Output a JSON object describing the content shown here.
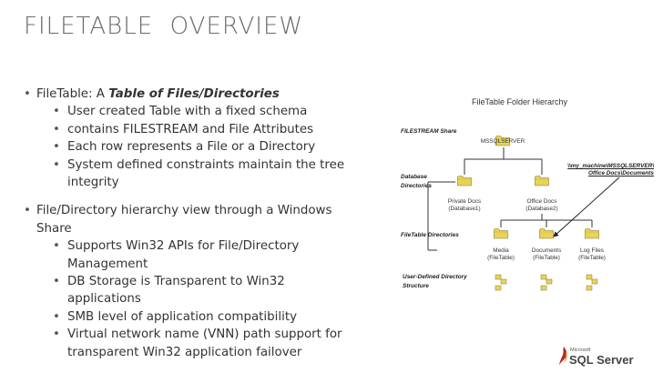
{
  "slide": {
    "title": "FILETABLE  OVERVIEW",
    "bullets": [
      {
        "prefix": "FileTable: A ",
        "emphasis": "Table of Files/Directories",
        "subs": [
          "User created Table with a fixed schema",
          "contains FILESTREAM and File Attributes",
          "Each row represents a File or a Directory",
          "System defined constraints maintain the tree integrity"
        ]
      },
      {
        "prefix": "File/Directory hierarchy view through a Windows Share",
        "emphasis": "",
        "subs": [
          "Supports Win32 APIs for File/Directory Management",
          "DB Storage is Transparent to Win32 applications",
          "SMB level of application compatibility",
          "Virtual network name (VNN) path support for transparent Win32 application failover"
        ]
      }
    ]
  },
  "diagram": {
    "title": "FileTable Folder Hierarchy",
    "labels": {
      "filestream_share": "FILESTREAM Share",
      "database_directories": "Database Directories",
      "filetable_directories": "FileTable Directories",
      "user_defined": "User-Defined Directory Structure"
    },
    "nodes": {
      "root": "MSSQLSERVER",
      "db1": "Private Docs (Database1)",
      "db2": "Office Docs (Database2)",
      "ft1": "Media (FileTable)",
      "ft2": "Documents (FileTable)",
      "ft3": "Log Files (FileTable)"
    },
    "path": "\\\\my_machine\\MSSQLSERVER\\ Office Docs\\Documents",
    "folder_color": "#e8d35a",
    "line_color": "#333333"
  },
  "logo": {
    "brand": "Microsoft",
    "product": "SQL Server"
  }
}
